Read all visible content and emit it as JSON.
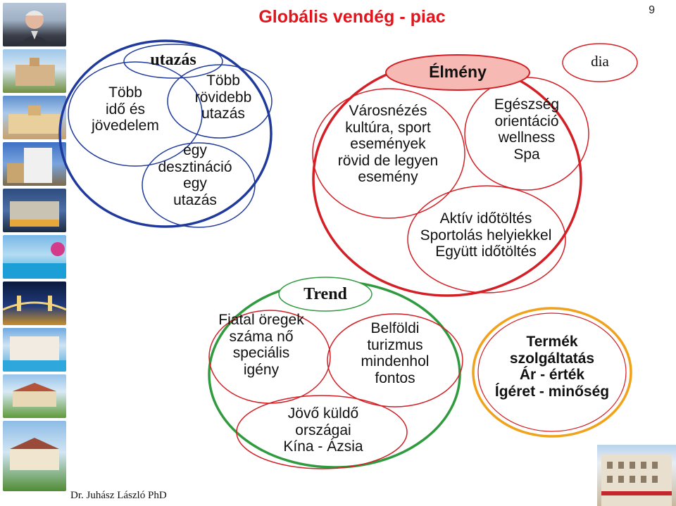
{
  "page": {
    "title": "Globális vendég - piac",
    "number": "9",
    "author": "Dr. Juhász László PhD"
  },
  "travel": {
    "header": "utazás",
    "more_time": [
      "Több",
      "idő és",
      "jövedelem"
    ],
    "shorter_trips": [
      "Több",
      "rövidebb",
      "utazás"
    ],
    "one_destination": [
      "egy",
      "desztináció",
      "egy",
      "utazás"
    ]
  },
  "experience": {
    "header": "Élmény",
    "city": [
      "Városnézés",
      "kultúra, sport",
      "események",
      "rövid de legyen",
      "esemény"
    ],
    "health": [
      "Egészség",
      "orientáció",
      "wellness",
      "Spa"
    ],
    "active": [
      "Aktív időtöltés",
      "Sportolás helyiekkel",
      "Együtt időtöltés"
    ],
    "dia": "dia"
  },
  "trend": {
    "header": "Trend",
    "young_old": [
      "Fiatal öregek",
      "száma nő",
      "speciális",
      "igény"
    ],
    "domestic": [
      "Belföldi",
      "turizmus",
      "mindenhol",
      "fontos"
    ],
    "future": [
      "Jövő küldő",
      "országai",
      "Kína - Ázsia"
    ]
  },
  "product": [
    "Termék",
    "szolgáltatás",
    "Ár - érték",
    "Ígéret - minőség"
  ],
  "colors": {
    "title": "#e3141b",
    "blue": "#1f3a9c",
    "red": "#d31f25",
    "green": "#2f9a3e",
    "orange": "#f0a21a",
    "header_fill": "#f6b9b4"
  }
}
